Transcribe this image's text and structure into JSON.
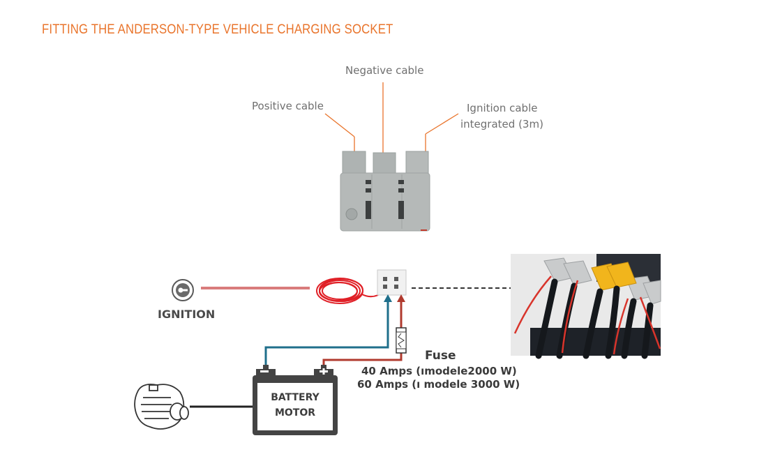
{
  "title": "FITTING THE ANDERSON-TYPE VEHICLE CHARGING SOCKET",
  "connector": {
    "negative_label": "Negative cable",
    "positive_label": "Positive cable",
    "ignition_label_line1": "Ignition cable",
    "ignition_label_line2": "integrated (3m)"
  },
  "diagram": {
    "ignition_label": "IGNITION",
    "fuse_title": "Fuse",
    "fuse_line1": "40 Amps (ımodele2000 W)",
    "fuse_line2": "60 Amps (ı modele 3000 W)",
    "battery_line1": "BATTERY",
    "battery_line2": "MOTOR"
  },
  "colors": {
    "accent": "#e9742b",
    "ignition_wire": "#d97c7c",
    "positive_wire": "#b03a2e",
    "negative_wire": "#1f6f8b"
  }
}
